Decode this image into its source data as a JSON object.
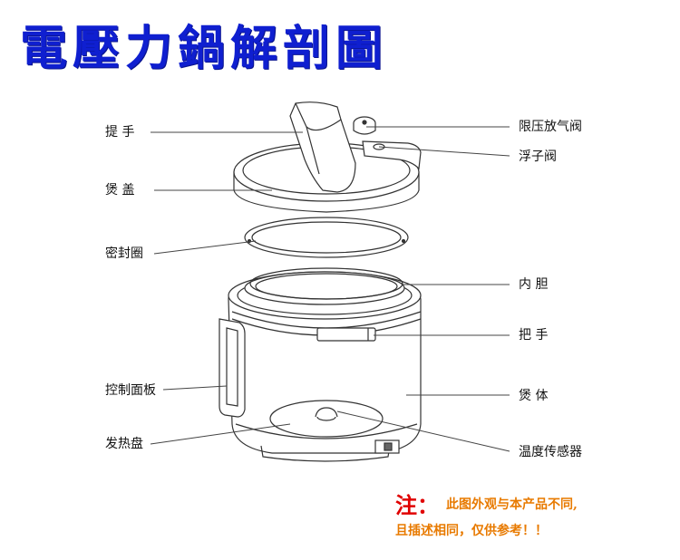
{
  "title": "電壓力鍋解剖圖",
  "labels": {
    "handle_top": "提 手",
    "lid": "煲 盖",
    "seal_ring": "密封圈",
    "control_panel": "控制面板",
    "heating_plate": "发热盘",
    "pressure_valve": "限压放气阀",
    "float_valve": "浮子阀",
    "inner_pot": "内 胆",
    "side_handle": "把 手",
    "body": "煲 体",
    "temp_sensor": "温度传感器"
  },
  "note": {
    "head": "注：",
    "line1": "此图外观与本产品不同,",
    "line2": "且插述相同，仅供参考！！"
  }
}
